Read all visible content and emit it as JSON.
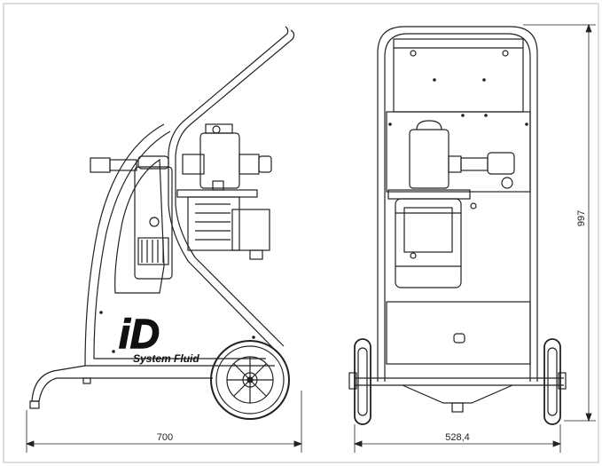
{
  "drawing": {
    "title": "",
    "dimensions": {
      "side_width": "700",
      "front_width": "528,4",
      "height": "997"
    },
    "logo": {
      "mark": "iD",
      "brand": "System Fluid"
    },
    "colors": {
      "line": "#222222",
      "frame_border": "#bdbdbd",
      "background": "#ffffff"
    }
  }
}
